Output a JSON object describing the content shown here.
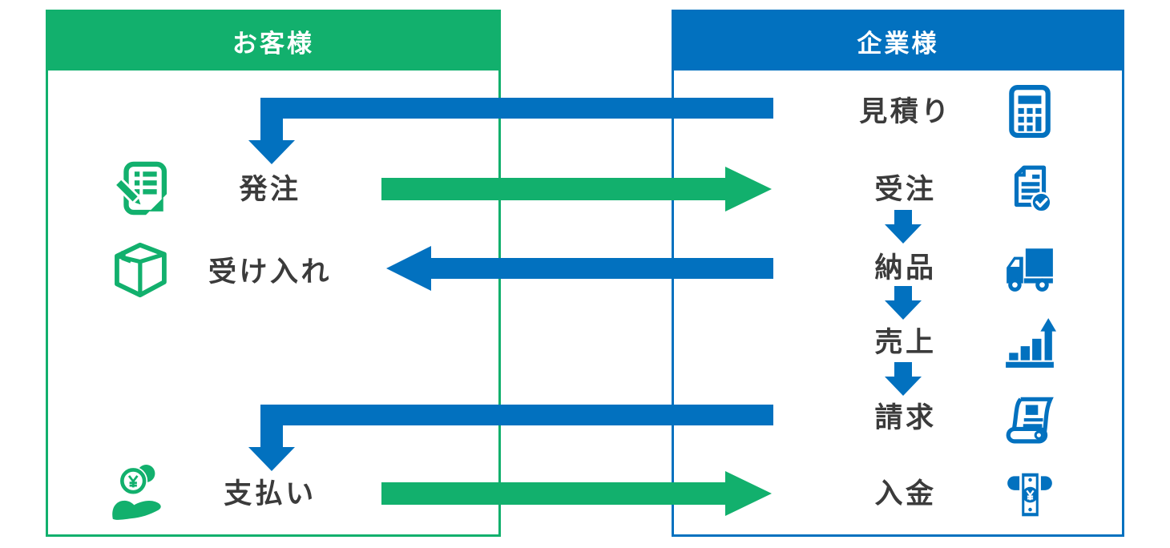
{
  "colors": {
    "green": "#12b06d",
    "blue": "#0271bf",
    "label_text": "#3b3b3b",
    "header_text": "#ffffff",
    "background": "#ffffff"
  },
  "customer_panel": {
    "title": "お客様",
    "steps": [
      {
        "label": "発注",
        "icon": "memo-pencil-icon"
      },
      {
        "label": "受け入れ",
        "icon": "package-box-icon"
      },
      {
        "label": "支払い",
        "icon": "hand-coins-icon"
      }
    ]
  },
  "company_panel": {
    "title": "企業様",
    "steps": [
      {
        "label": "見積り",
        "icon": "calculator-icon"
      },
      {
        "label": "受注",
        "icon": "document-check-icon"
      },
      {
        "label": "納品",
        "icon": "delivery-truck-icon"
      },
      {
        "label": "売上",
        "icon": "bar-chart-icon"
      },
      {
        "label": "請求",
        "icon": "invoice-scroll-icon"
      },
      {
        "label": "入金",
        "icon": "atm-deposit-icon"
      }
    ]
  },
  "flows": [
    {
      "from": "見積り",
      "to": "発注",
      "color": "blue"
    },
    {
      "from": "発注",
      "to": "受注",
      "color": "green"
    },
    {
      "from": "受注",
      "to": "納品",
      "color": "blue"
    },
    {
      "from": "納品",
      "to": "受け入れ",
      "color": "blue"
    },
    {
      "from": "納品",
      "to": "売上",
      "color": "blue"
    },
    {
      "from": "売上",
      "to": "請求",
      "color": "blue"
    },
    {
      "from": "請求",
      "to": "支払い",
      "color": "blue"
    },
    {
      "from": "支払い",
      "to": "入金",
      "color": "green"
    }
  ]
}
